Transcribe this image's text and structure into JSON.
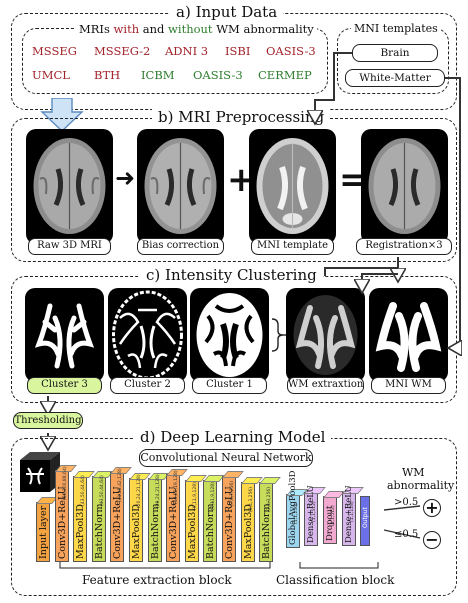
{
  "panels": {
    "a": "a) Input Data",
    "b": "b) MRI Preprocessing",
    "c": "c) Intensity Clustering",
    "d": "d) Deep Learning Model"
  },
  "input": {
    "mri_prefix": "MRIs ",
    "mri_with": "with",
    "mri_and": " and ",
    "mri_without": "without",
    "mri_suffix": " WM abnormality",
    "datasets": [
      {
        "name": "MSSEG",
        "color": "#a3232a"
      },
      {
        "name": "MSSEG-2",
        "color": "#a3232a"
      },
      {
        "name": "ADNI 3",
        "color": "#a3232a"
      },
      {
        "name": "ISBI",
        "color": "#a3232a"
      },
      {
        "name": "OASIS-3",
        "color": "#a3232a"
      },
      {
        "name": "UMCL",
        "color": "#a3232a"
      },
      {
        "name": "BTH",
        "color": "#a3232a"
      },
      {
        "name": "ICBM",
        "color": "#2f7d2f"
      },
      {
        "name": "OASIS-3",
        "color": "#2f7d2f"
      },
      {
        "name": "CERMEP",
        "color": "#2f7d2f"
      }
    ],
    "mni_title": "MNI templates",
    "mni_brain": "Brain",
    "mni_wm": "White-Matter"
  },
  "preprocessing": {
    "captions": [
      "Raw 3D MRI",
      "Bias correction",
      "MNI template",
      "Registration×3"
    ],
    "plus": "+",
    "equals": "="
  },
  "clustering": {
    "captions": [
      "Cluster 3",
      "Cluster 2",
      "Cluster 1",
      "WM extraxtion",
      "MNI WM"
    ],
    "thresholding": "Thresholding"
  },
  "model": {
    "cnn_title": "Convolutional Neural Network",
    "layers": [
      "Input layer",
      "Conv3D+ReLU",
      "MaxPool3D",
      "BatchNorm.",
      "Conv3D+ReLU",
      "MaxPool3D",
      "BatchNorm.",
      "Conv3D+ReLU",
      "MaxPool3D",
      "BatchNorm.",
      "Conv3D+ReLU",
      "MaxPool3D",
      "BatchNorm.",
      "GlobalAvgPool3D",
      "Dense+ReLU",
      "Dropout",
      "Dense+ReLU"
    ],
    "dims": [
      "",
      "(86,100,88,64)",
      "(43,50,44,64)",
      "(43,50,44,64)",
      "(41,48,42,128)",
      "(20,24,21,128)",
      "(20,24,21,128)",
      "(18,22,19,128)",
      "(9,11,9,128)",
      "(9,11,9,128)",
      "(7,9,7,256)",
      "(3,4,3,256)",
      "(3,4,3,256)",
      "(1,1,256)",
      "(1,1,512)",
      "(1,1,512)",
      "(1,1,128)"
    ],
    "output_label": "Output",
    "feature_block": "Feature extraction block",
    "classification_block": "Classification block",
    "wm_abn_line1": "WM",
    "wm_abn_line2": "abnormality",
    "gt": ">0.5",
    "le": "≤0.5"
  },
  "colors": {
    "with": "#a3232a",
    "without": "#2f7d2f",
    "input_layer": "#f4a341",
    "conv": "#f7a35c",
    "pool": "#ffd84a",
    "norm": "#c6dc5a",
    "gap": "#9dd6ef",
    "dense": "#d7b6ec",
    "dropout": "#f2a9cf",
    "output": "#6b6fe8",
    "cluster3_caption": "#d9f59e",
    "thresholding": "#d9f59e",
    "arrow_fill": "#cfe3f7"
  }
}
